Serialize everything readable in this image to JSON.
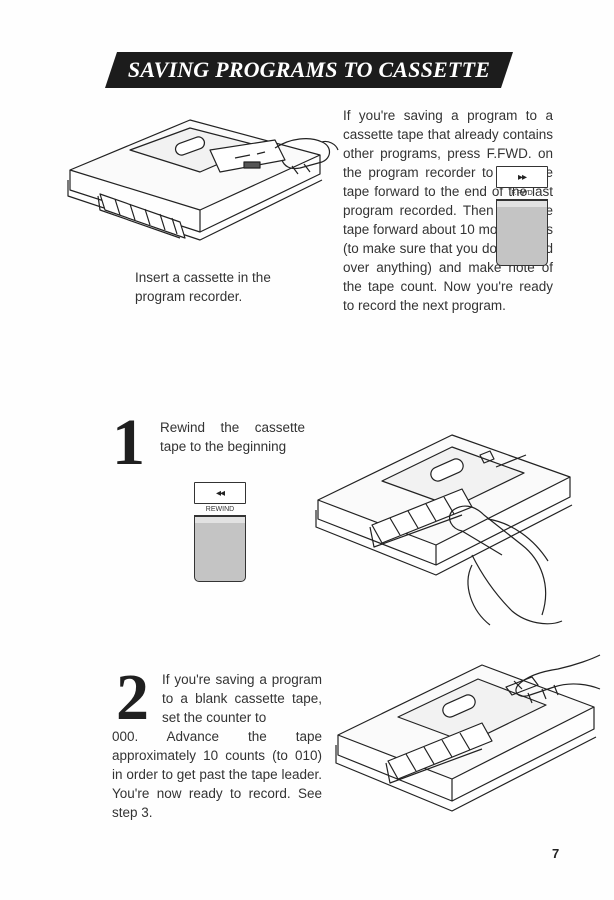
{
  "title": "SAVING PROGRAMS TO CASSETTE",
  "intro": {
    "caption": "Insert a cassette in the program recorder.",
    "paragraph": "If you're saving a program to a cassette tape that already contains other programs, press F.FWD. on the program recorder to wind the tape forward to the end of the last program recorded. Then wind the tape forward about 10 more counts (to make sure that you don't record over anything) and make note of the tape count. Now you're ready to record the next program.",
    "ffwd_button": {
      "symbol": "▸▸",
      "label": "F.FWD"
    }
  },
  "step1": {
    "number": "1",
    "text": "Rewind the cassette tape to the beginning",
    "rewind_button": {
      "symbol": "◂◂",
      "label": "REWIND"
    }
  },
  "step2": {
    "number": "2",
    "text_lead": "If you're saving a program to a blank cassette tape, set the counter to",
    "text_rest": "000. Advance the tape approximately 10 counts (to 010) in order to get past the tape leader. You're now ready to record. See step 3."
  },
  "page_number": "7",
  "colors": {
    "banner": "#1c1c1c",
    "button_body": "#c4c4c4",
    "text": "#333333"
  },
  "icons": [
    "cassette-insert-illustration",
    "rewind-press-illustration",
    "counter-set-illustration"
  ]
}
